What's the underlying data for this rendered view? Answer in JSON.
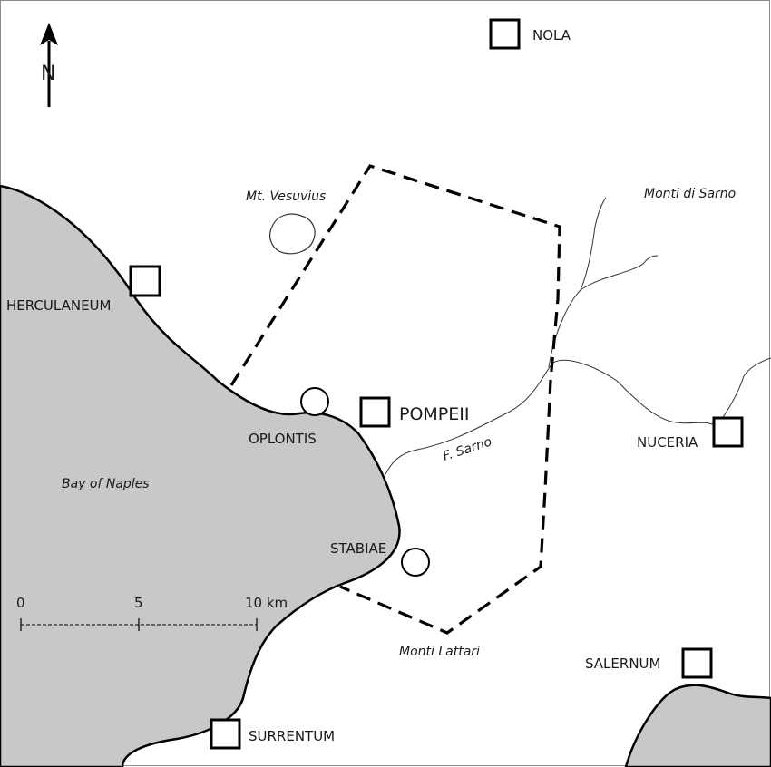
{
  "map": {
    "north_label": "N",
    "sites_major": [
      {
        "key": "nola",
        "name": "NOLA"
      },
      {
        "key": "herculaneum",
        "name": "HERCULANEUM"
      },
      {
        "key": "pompeii",
        "name": "POMPEII"
      },
      {
        "key": "nuceria",
        "name": "NUCERIA"
      },
      {
        "key": "salernum",
        "name": "SALERNUM"
      },
      {
        "key": "surrentum",
        "name": "SURRENTUM"
      }
    ],
    "sites_minor": [
      {
        "key": "oplontis",
        "name": "OPLONTIS"
      },
      {
        "key": "stabiae",
        "name": "STABIAE"
      }
    ],
    "features": {
      "vesuvius": "Mt. Vesuvius",
      "monti_sarno": "Monti di Sarno",
      "f_sarno": "F. Sarno",
      "bay": "Bay of Naples",
      "monti_lattari": "Monti Lattari"
    },
    "scale": {
      "ticks": [
        "0",
        "5",
        "10 km"
      ]
    },
    "colors": {
      "sea": "#c8c8c8",
      "land": "#ffffff",
      "boundary": "#000000"
    }
  }
}
